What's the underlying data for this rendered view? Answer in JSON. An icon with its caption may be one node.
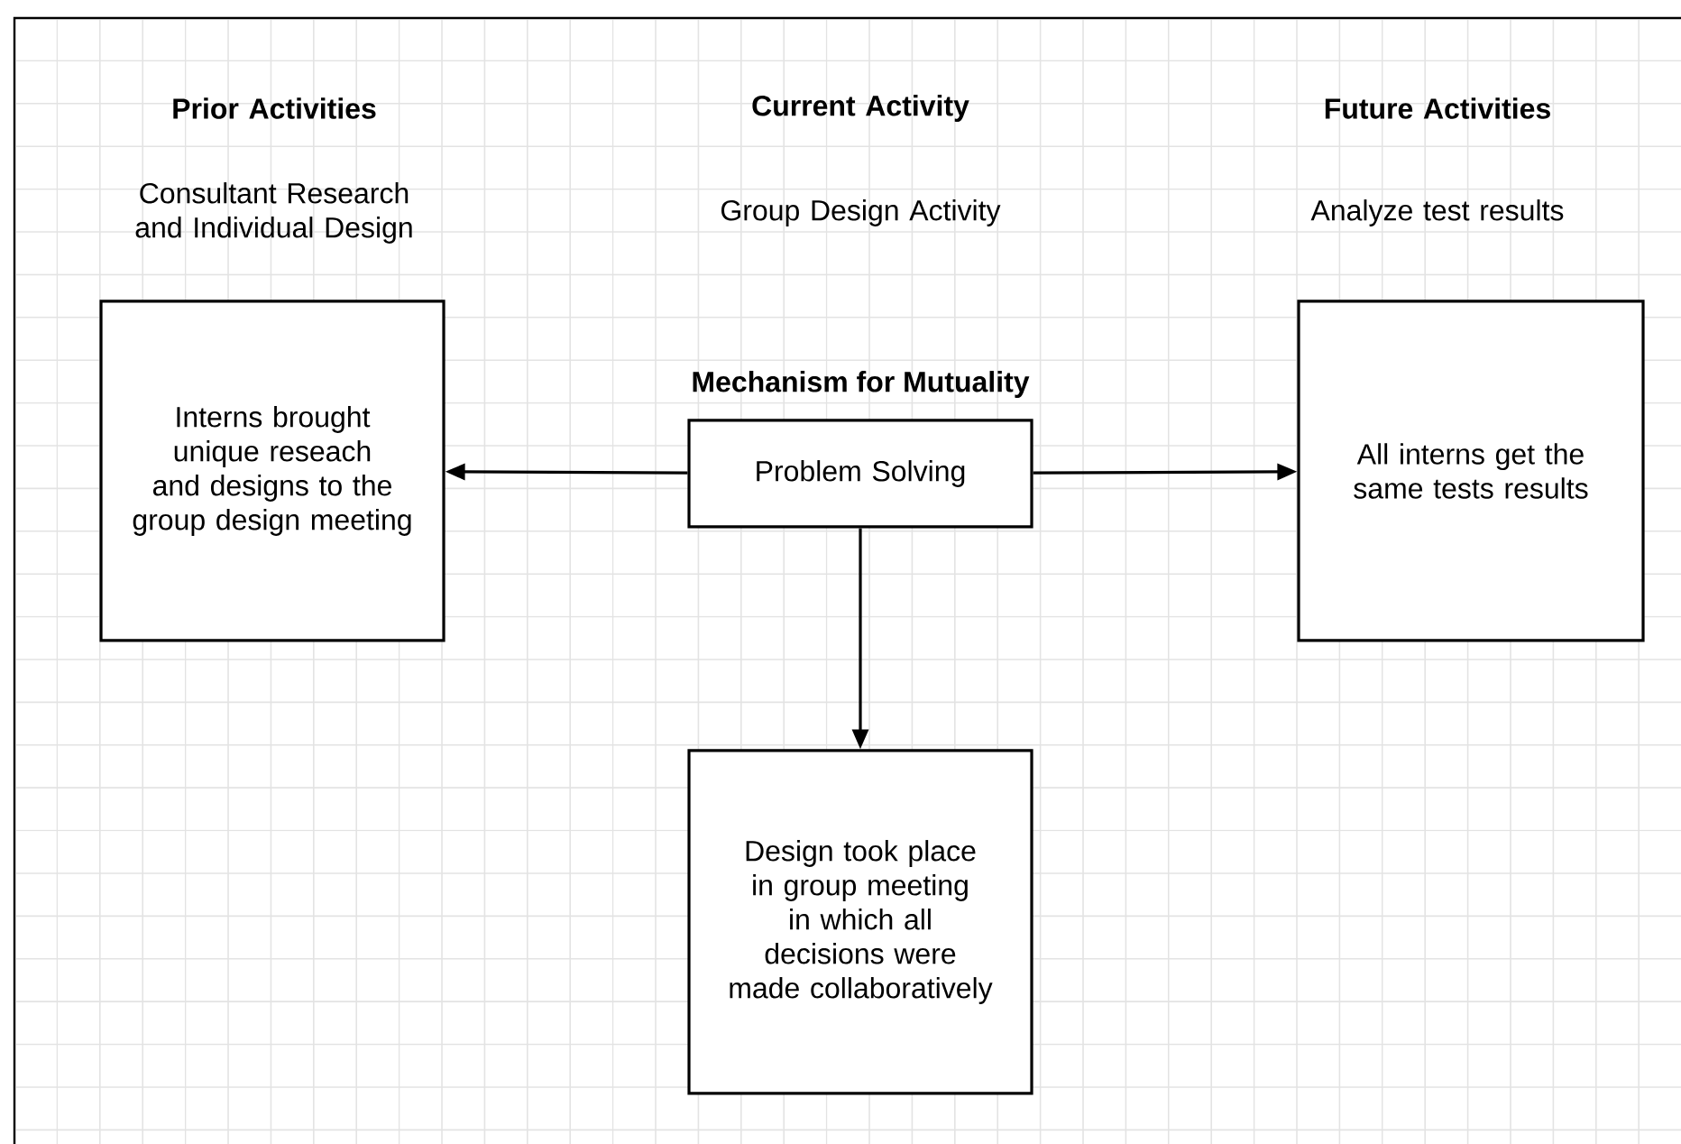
{
  "diagram": {
    "nodes": [
      {
        "text": [
          "Interns brought unique reseach and designs to the group design meeting"
        ]
      },
      {
        "text": [
          "Mechanism for Mutuality",
          "Problem Solving"
        ]
      },
      {
        "text": [
          "All interns get the same tests results"
        ]
      },
      {
        "text": [
          "Design took place in group meeting in which all decisions were made collaboratively"
        ]
      }
    ],
    "edges": [
      {
        "from": 1,
        "to": 0,
        "arrow": "to"
      },
      {
        "from": 1,
        "to": 2,
        "arrow": "to"
      },
      {
        "from": 1,
        "to": 3,
        "arrow": "to"
      }
    ],
    "labels": [
      "Prior Activities",
      "Current Activity",
      "Future Activities",
      "Consultant Research and Individual Design",
      "Group Design Activity",
      "Analyze test results"
    ]
  }
}
